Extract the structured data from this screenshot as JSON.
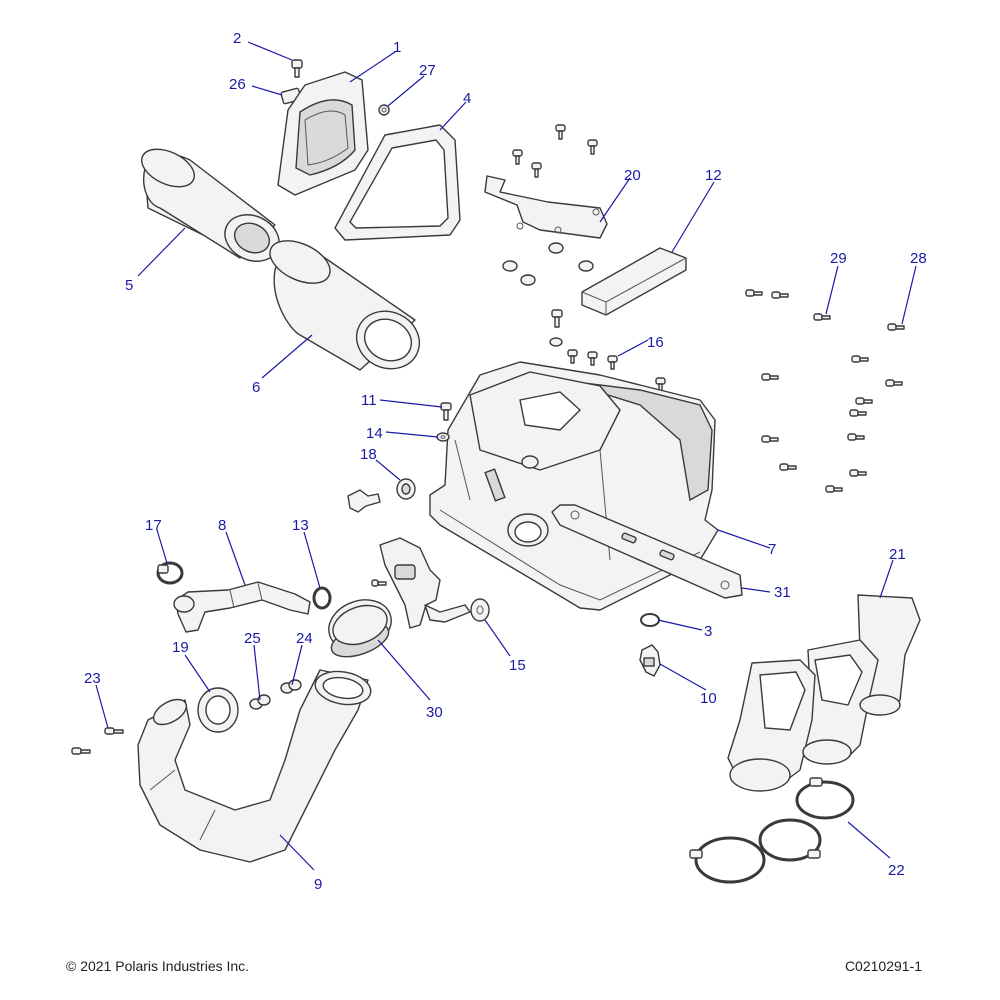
{
  "colors": {
    "callout": "#1a1aa6",
    "part_fill": "#f3f3f3",
    "part_stroke": "#3a3a3a"
  },
  "callouts": {
    "c1": "1",
    "c2": "2",
    "c3": "3",
    "c4": "4",
    "c5": "5",
    "c6": "6",
    "c7": "7",
    "c8": "8",
    "c9": "9",
    "c10": "10",
    "c11": "11",
    "c12": "12",
    "c13": "13",
    "c14": "14",
    "c15": "15",
    "c16": "16",
    "c17": "17",
    "c18": "18",
    "c19": "19",
    "c20": "20",
    "c21": "21",
    "c22": "22",
    "c23": "23",
    "c24": "24",
    "c25": "25",
    "c26": "26",
    "c27": "27",
    "c28": "28",
    "c29": "29",
    "c30": "30",
    "c31": "31"
  },
  "footer": {
    "copyright": "© 2021 Polaris Industries Inc.",
    "figure_id": "C0210291-1"
  }
}
